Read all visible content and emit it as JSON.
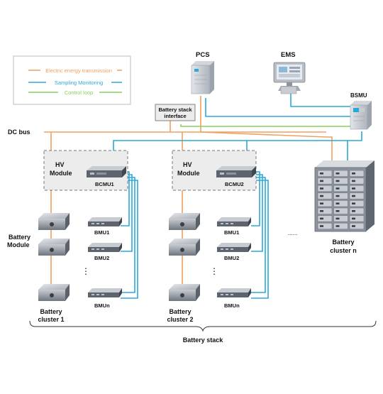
{
  "legend": {
    "electric": "Electric energy transmission",
    "sampling": "Sampling Monitoring",
    "control": "Control loop"
  },
  "labels": {
    "pcs": "PCS",
    "ems": "EMS",
    "bsmu": "BSMU",
    "stack_interface_line1": "Battery stack",
    "stack_interface_line2": "interface",
    "dc_bus": "DC bus",
    "hv_line1": "HV",
    "hv_line2": "Module",
    "bcmu1": "BCMU1",
    "bcmu2": "BCMU2",
    "battery_module_line1": "Battery",
    "battery_module_line2": "Module",
    "bmu1": "BMU1",
    "bmu2": "BMU2",
    "bmun": "BMUn",
    "vdots": "⋮",
    "hdots": "......",
    "cluster1_line1": "Battery",
    "cluster1_line2": "cluster 1",
    "cluster2_line1": "Battery",
    "cluster2_line2": "cluster 2",
    "clustern_line1": "Battery",
    "clustern_line2": "cluster n",
    "battery_stack": "Battery stack"
  },
  "colors": {
    "electric": "#f0a060",
    "sampling": "#2aa8d8",
    "control": "#8ccf5e",
    "hv_box_fill": "#ececec",
    "device_gray": "#7d8590"
  }
}
